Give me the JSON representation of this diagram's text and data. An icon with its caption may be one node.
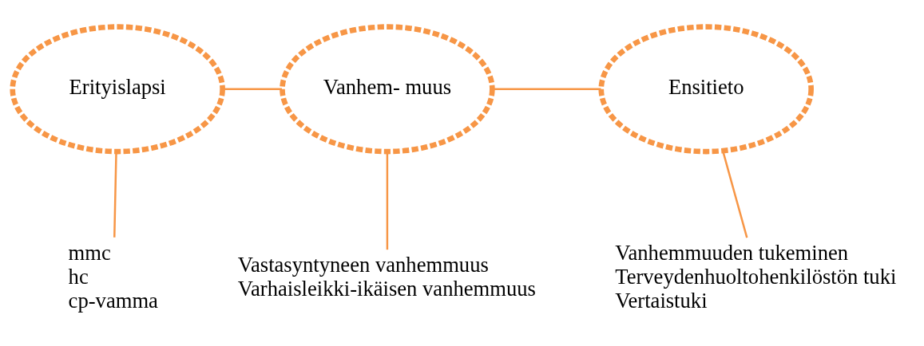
{
  "diagram": {
    "nodes": [
      {
        "text": [
          "Erityislapsi"
        ]
      },
      {
        "text": [
          "Vanhem- muus"
        ]
      },
      {
        "text": [
          "Ensitieto"
        ]
      },
      {
        "text": [
          "mmc",
          "hc",
          "cp-vamma"
        ]
      },
      {
        "text": [
          "Vastasyntyneen vanhemmuus",
          "Varhaisleikki-ikäisen vanhemmuus"
        ]
      },
      {
        "text": [
          "Vanhemmuuden tukeminen",
          "Terveydenhuoltohenkilöstön tuki",
          "Vertaistuki"
        ]
      }
    ],
    "edges": [
      {
        "from": 0,
        "to": 1,
        "arrow": "none"
      },
      {
        "from": 1,
        "to": 2,
        "arrow": "none"
      },
      {
        "from": 0,
        "to": 3,
        "arrow": "none"
      },
      {
        "from": 1,
        "to": 4,
        "arrow": "none"
      },
      {
        "from": 2,
        "to": 5,
        "arrow": "none"
      }
    ]
  }
}
